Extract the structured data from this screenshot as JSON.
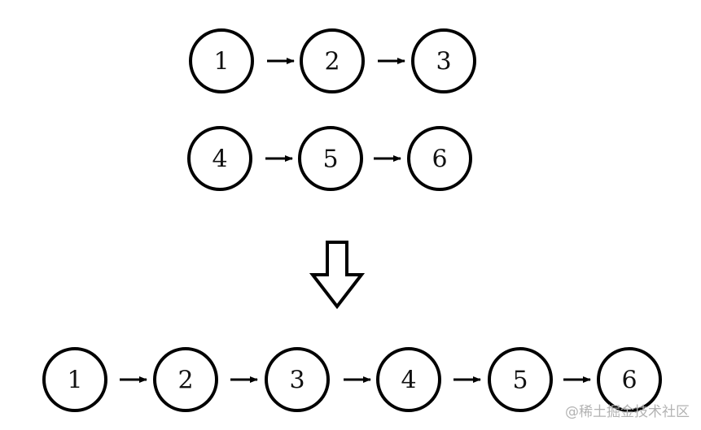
{
  "list_a": [
    {
      "value": "1"
    },
    {
      "value": "2"
    },
    {
      "value": "3"
    }
  ],
  "list_b": [
    {
      "value": "4"
    },
    {
      "value": "5"
    },
    {
      "value": "6"
    }
  ],
  "merged": [
    {
      "value": "1"
    },
    {
      "value": "2"
    },
    {
      "value": "3"
    },
    {
      "value": "4"
    },
    {
      "value": "5"
    },
    {
      "value": "6"
    }
  ],
  "watermark": "@稀土掘金技术社区",
  "colors": {
    "stroke": "#000000",
    "text": "#111111",
    "background": "#ffffff",
    "watermark": "#b3b3b3"
  }
}
